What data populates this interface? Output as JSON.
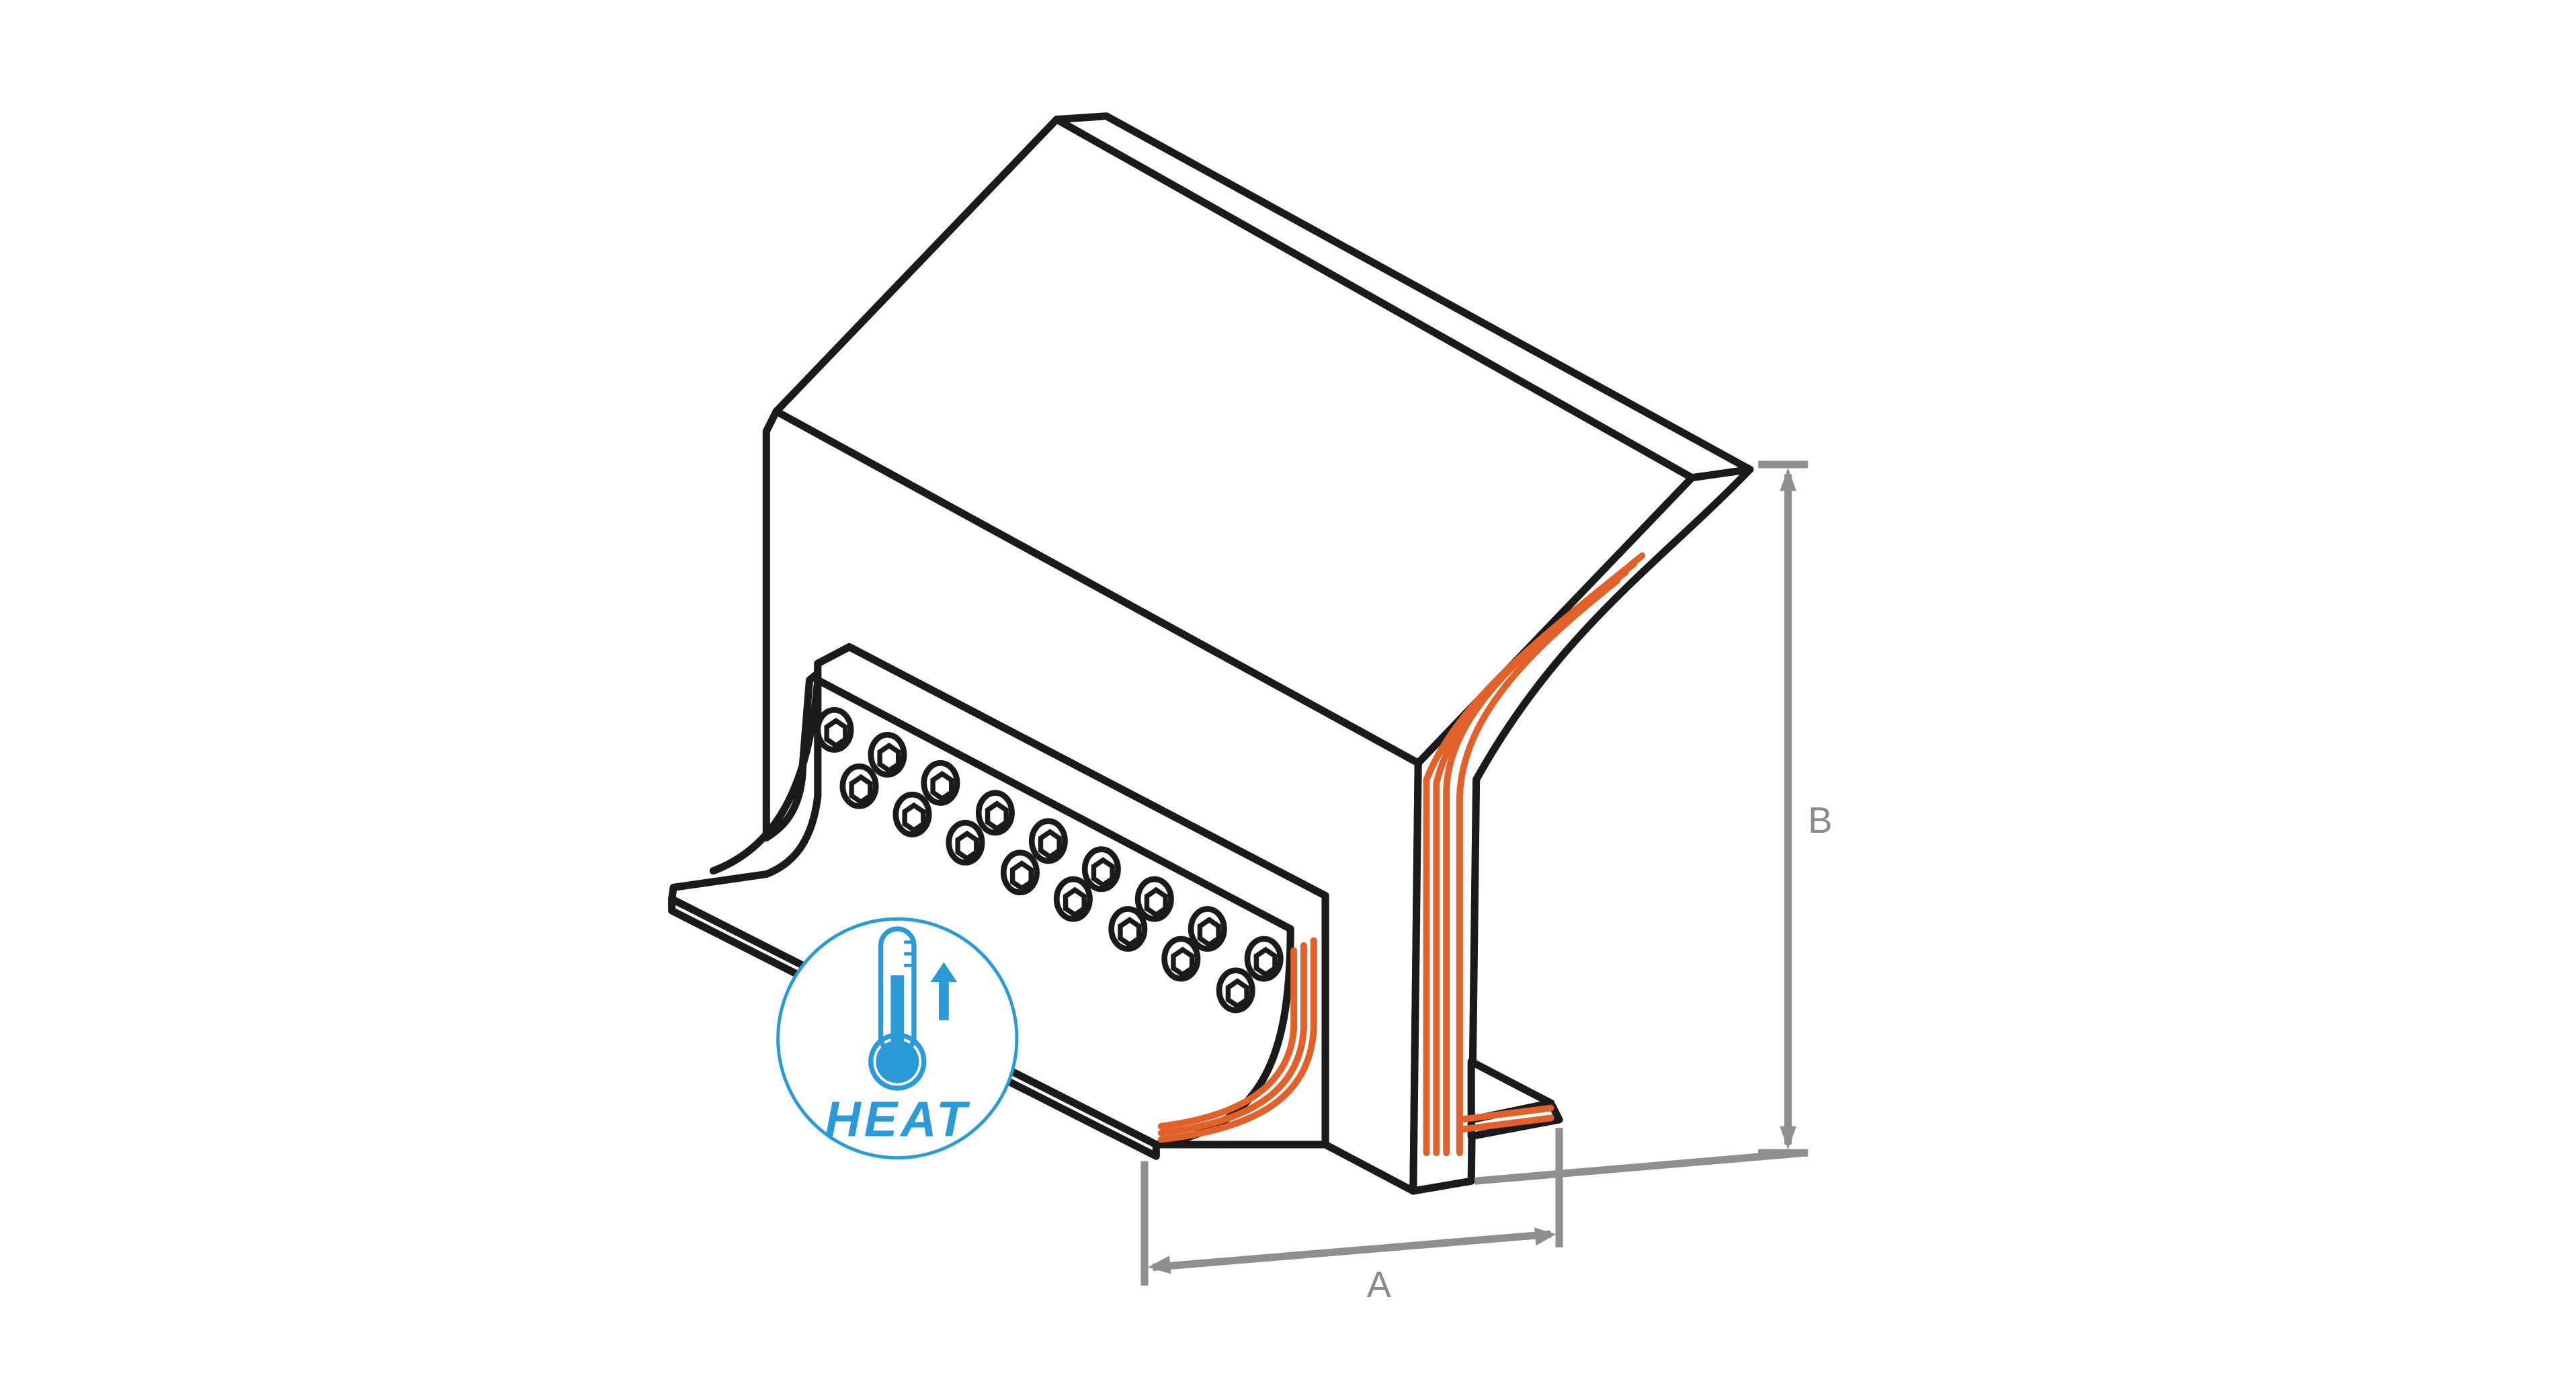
{
  "dimensions": {
    "a_label": "A",
    "b_label": "B"
  },
  "badge": {
    "text": "HEAT",
    "icon": "thermometer-icon",
    "arrow_icon": "arrow-up-icon",
    "color": "#2a9bd6"
  },
  "colors": {
    "outline": "#1a1a1a",
    "stripe": "#e2612a",
    "dimension": "#8f8f8f"
  }
}
